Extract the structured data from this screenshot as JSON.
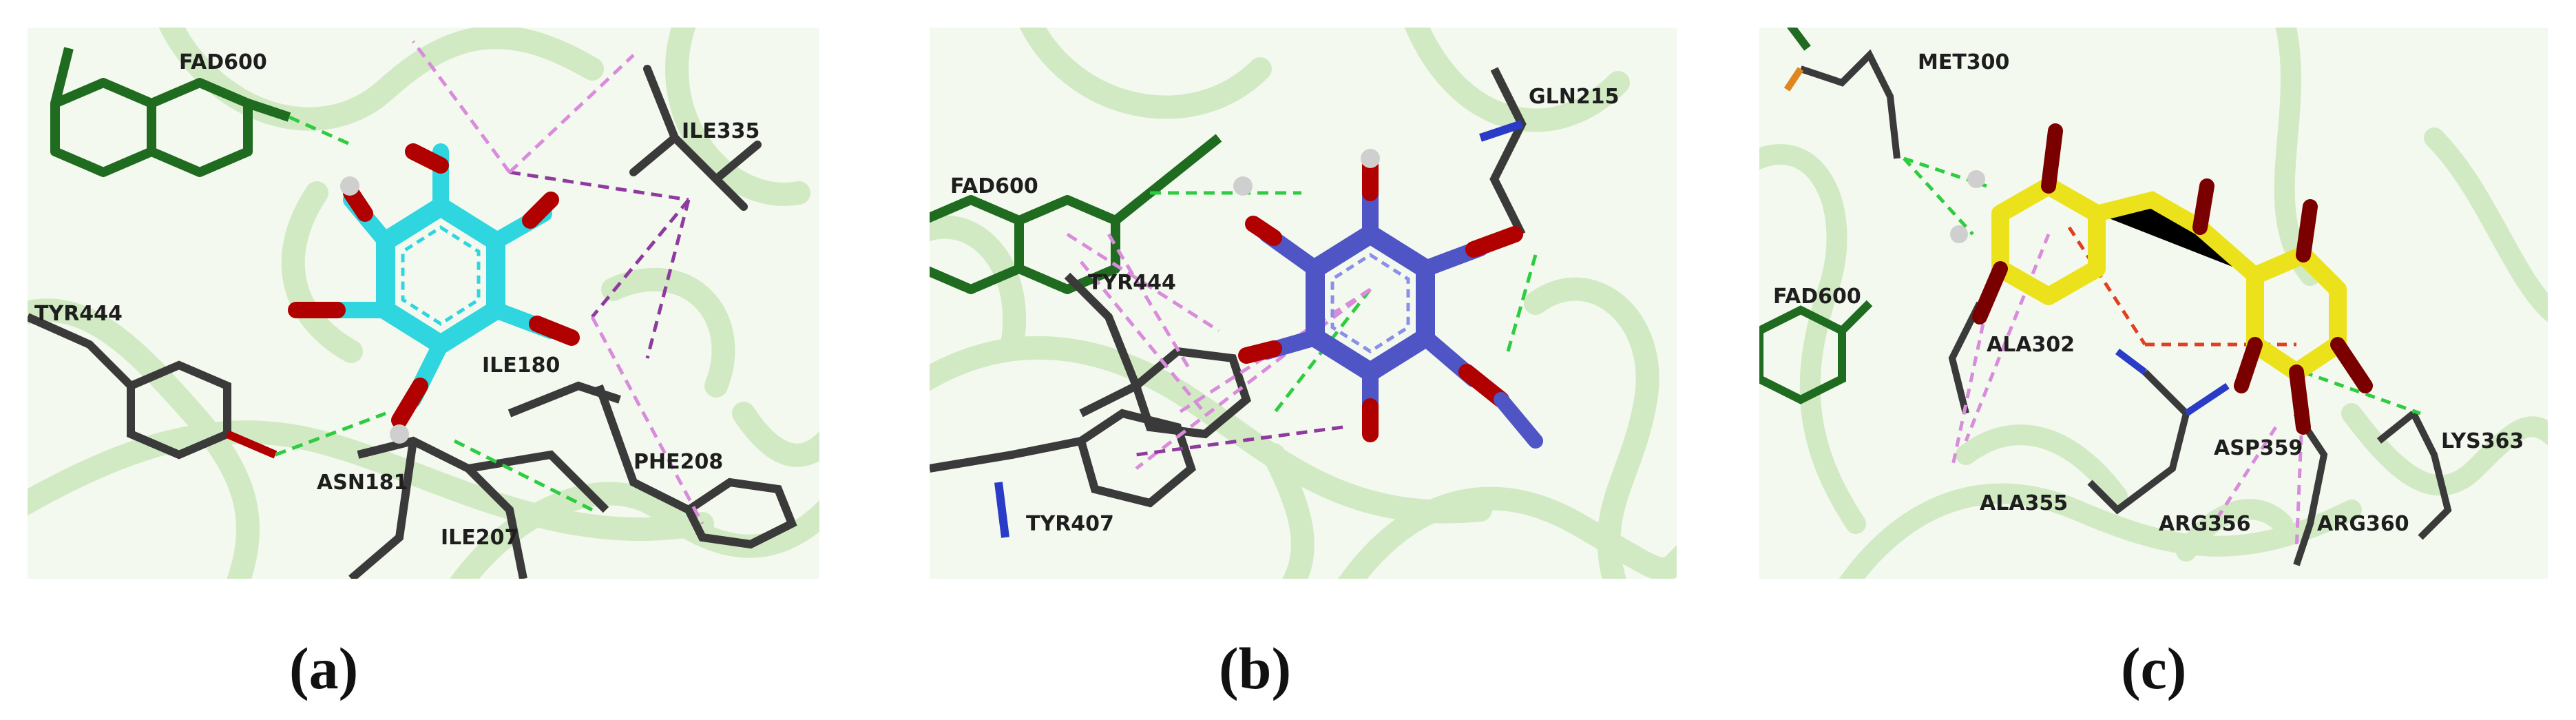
{
  "panels": [
    {
      "id": "a",
      "caption": "(a)",
      "labels": [
        "FAD600",
        "ILE335",
        "TYR444",
        "ILE180",
        "PHE208",
        "ASN181",
        "ILE207"
      ],
      "ligand_color": "#2fd6df"
    },
    {
      "id": "b",
      "caption": "(b)",
      "labels": [
        "FAD600",
        "GLN215",
        "TYR444",
        "TYR407"
      ],
      "ligand_color": "#4f55c4"
    },
    {
      "id": "c",
      "caption": "(c)",
      "labels": [
        "MET300",
        "FAD600",
        "ALA302",
        "ASP359",
        "LYS363",
        "ALA355",
        "ARG356",
        "ARG360"
      ],
      "ligand_color": "#ece21c"
    }
  ],
  "colors": {
    "protein_ribbon": "#d1eac4",
    "fad": "#1f6b1f",
    "residue_stick": "#3a3a3a",
    "oxygen": "#b00000",
    "nitrogen": "#2a3cc7",
    "hbond": "#2ecc40",
    "hydrophobic": "#d98bdc",
    "pi_interaction": "#8e3a9e",
    "unfavorable": "#e0401e"
  }
}
